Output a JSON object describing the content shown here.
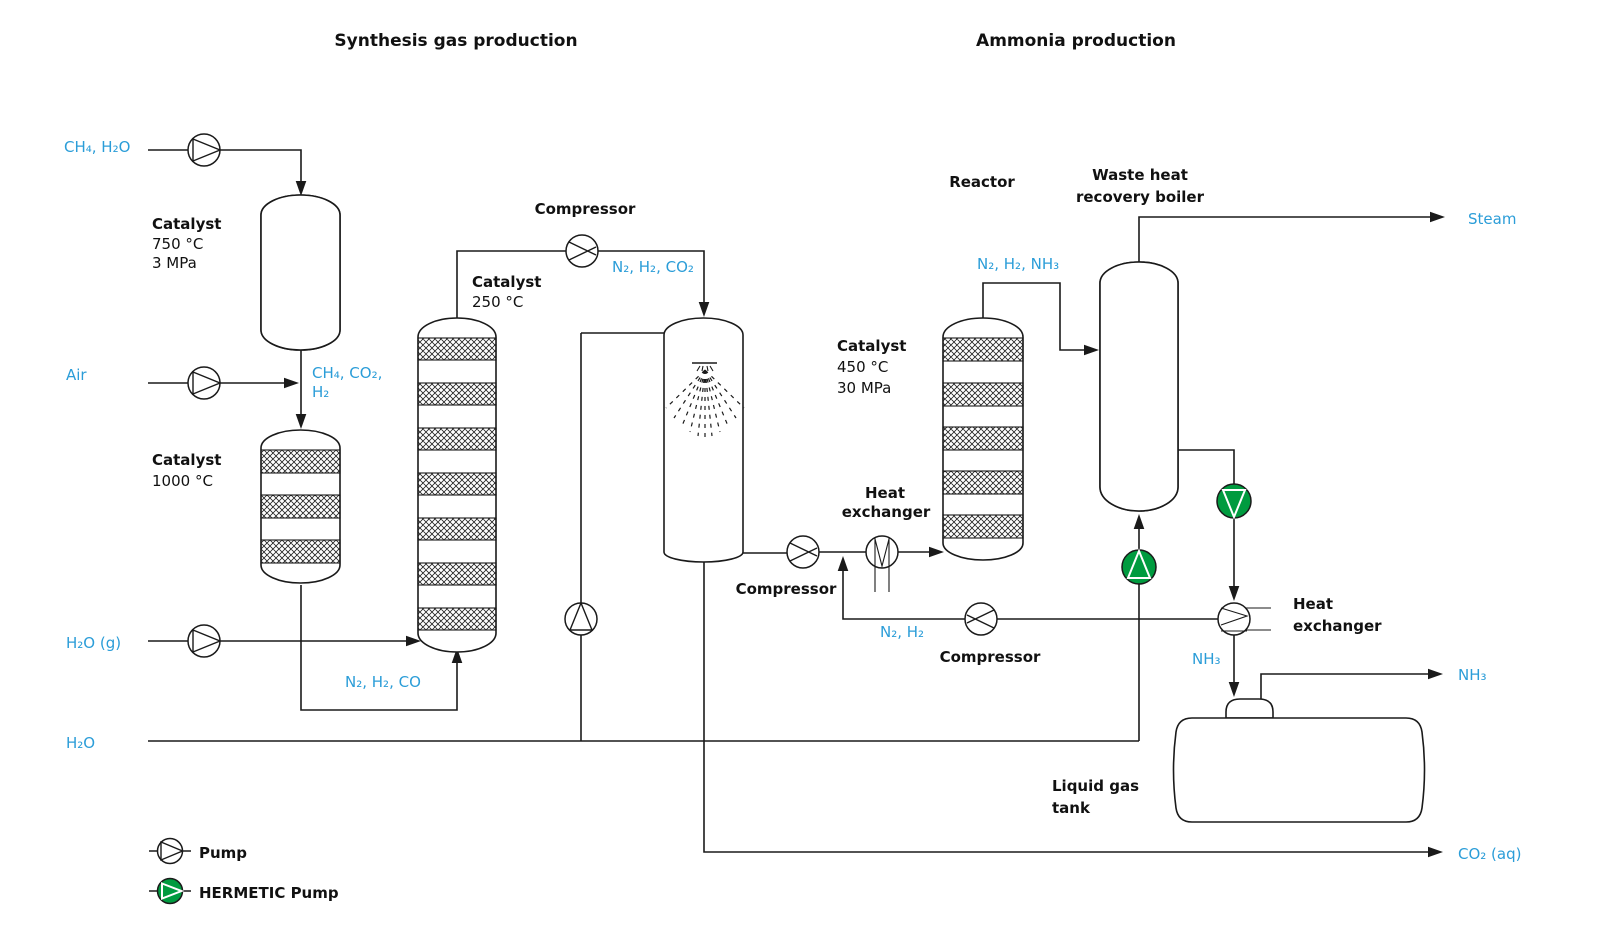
{
  "titles": {
    "left": "Synthesis gas production",
    "right": "Ammonia production"
  },
  "colors": {
    "stream_label_blue": "#2b9dd8",
    "line_black": "#1a1a1a",
    "hermetic_green": "#009b3f"
  },
  "streams": {
    "feed_ch4_h2o": "CH₄, H₂O",
    "feed_air": "Air",
    "feed_h2o_g": "H₂O (g)",
    "feed_h2o": "H₂O",
    "ch4_co2_h2": {
      "l1": "CH₄, CO₂,",
      "l2": "H₂"
    },
    "n2_h2_co": "N₂, H₂, CO",
    "n2_h2_co2": "N₂, H₂, CO₂",
    "n2_h2_nh3": "N₂, H₂, NH₃",
    "n2_h2": "N₂, H₂",
    "steam": "Steam",
    "nh3_liquid": "NH₃",
    "nh3_out": "NH₃",
    "co2_aq": "CO₂ (aq)"
  },
  "equipment": {
    "primary_reformer_catalyst": {
      "l1": "Catalyst",
      "l2": "750 °C",
      "l3": "3 MPa"
    },
    "secondary_reformer_catalyst": {
      "l1": "Catalyst",
      "l2": "1000 °C"
    },
    "shift_catalyst": {
      "l1": "Catalyst",
      "l2": "250 °C"
    },
    "reactor_catalyst": {
      "l1": "Catalyst",
      "l2": "450 °C",
      "l3": "30 MPa"
    },
    "compressor_top": "Compressor",
    "compressor_mid": "Compressor",
    "compressor_recycle": "Compressor",
    "heat_exchanger_1": {
      "l1": "Heat",
      "l2": "exchanger"
    },
    "heat_exchanger_2": {
      "l1": "Heat",
      "l2": "exchanger"
    },
    "reactor": "Reactor",
    "waste_heat_boiler": {
      "l1": "Waste heat",
      "l2": "recovery boiler"
    },
    "liquid_gas_tank": {
      "l1": "Liquid gas",
      "l2": "tank"
    }
  },
  "legend": {
    "pump": "Pump",
    "hermetic_pump": "HERMETIC Pump"
  }
}
